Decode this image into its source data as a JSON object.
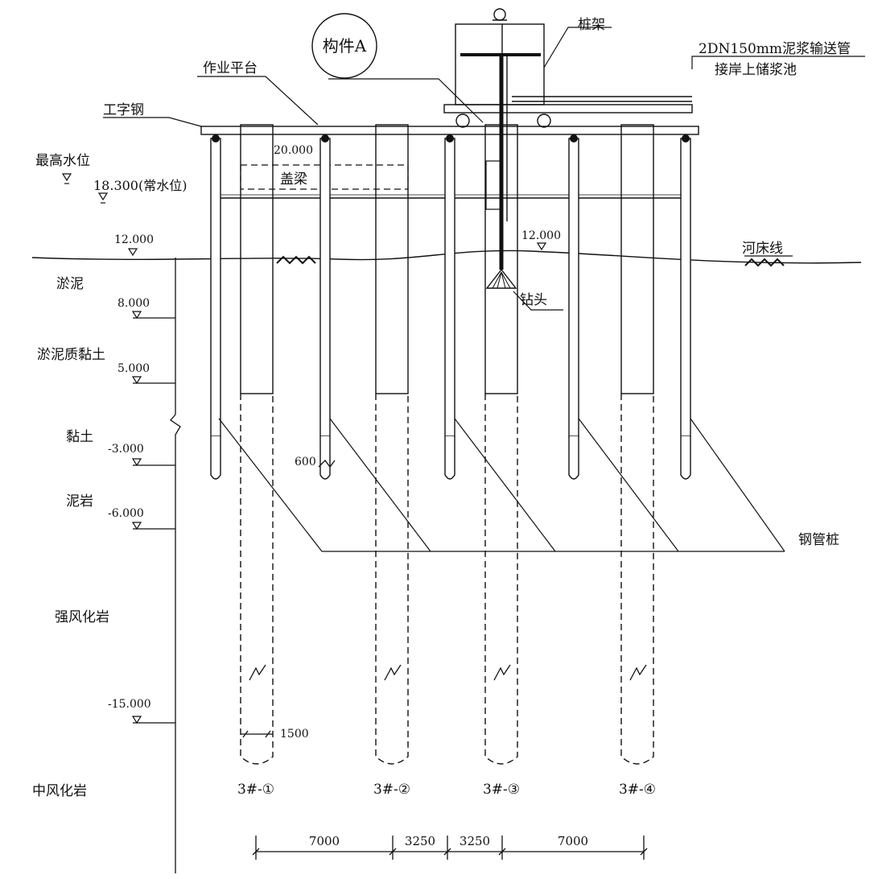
{
  "component_a": "构件A",
  "labels": {
    "pile_frame": "桩架",
    "pipe_line1": "2DN150mm泥浆输送管",
    "pipe_line2": "接岸上储浆池",
    "platform": "作业平台",
    "i_beam": "工字钢",
    "high_water": "最高水位",
    "normal_water": "18.300(常水位)",
    "cap_elev": "20.000",
    "cap_beam": "盖梁",
    "riverbed": "河床线",
    "drill_head": "钻头",
    "steel_pipe_pile": "钢管桩",
    "dim_600": "600",
    "dim_1500": "1500"
  },
  "elevations": [
    {
      "value": "12.000",
      "layer": "淤泥"
    },
    {
      "value": "8.000",
      "layer": "淤泥质黏土"
    },
    {
      "value": "5.000",
      "layer": "黏土"
    },
    {
      "value": "-3.000",
      "layer": "泥岩"
    },
    {
      "value": "-6.000",
      "layer": "强风化岩"
    },
    {
      "value": "-15.000",
      "layer": "中风化岩"
    }
  ],
  "right_elev": "12.000",
  "bored_piles": [
    "3#-①",
    "3#-②",
    "3#-③",
    "3#-④"
  ],
  "spacing": [
    "7000",
    "3250",
    "3250",
    "7000"
  ]
}
